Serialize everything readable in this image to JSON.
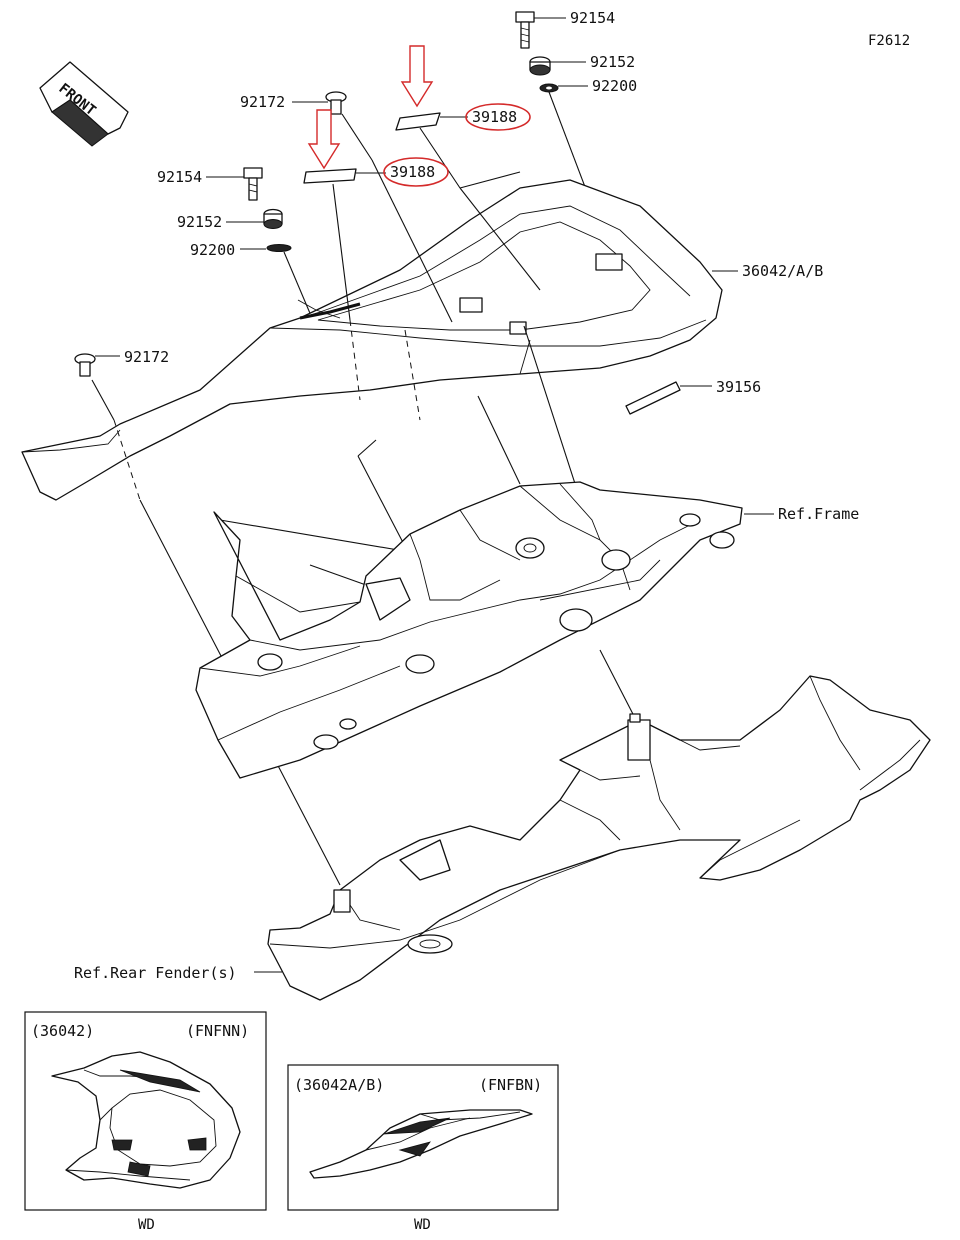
{
  "diagram": {
    "figure_code": "F2612",
    "front_label": "FRONT",
    "callouts": {
      "bolt_top_right": "92154",
      "collar_top_right": "92152",
      "washer_top_right": "92200",
      "clip_top": "92172",
      "label_upper": "39188",
      "label_lower": "39188",
      "bolt_left": "92154",
      "collar_left": "92152",
      "washer_left": "92200",
      "clip_left": "92172",
      "cover": "36042/A/B",
      "label_side": "39156",
      "ref_frame": "Ref.Frame",
      "ref_rear_fender": "Ref.Rear Fender(s)"
    },
    "inset_left": {
      "part_no": "(36042)",
      "variant": "(FNFNN)",
      "footer": "WD"
    },
    "inset_right": {
      "part_no": "(36042A/B)",
      "variant": "(FNFBN)",
      "footer": "WD"
    },
    "highlight_color": "#d42a2a"
  }
}
